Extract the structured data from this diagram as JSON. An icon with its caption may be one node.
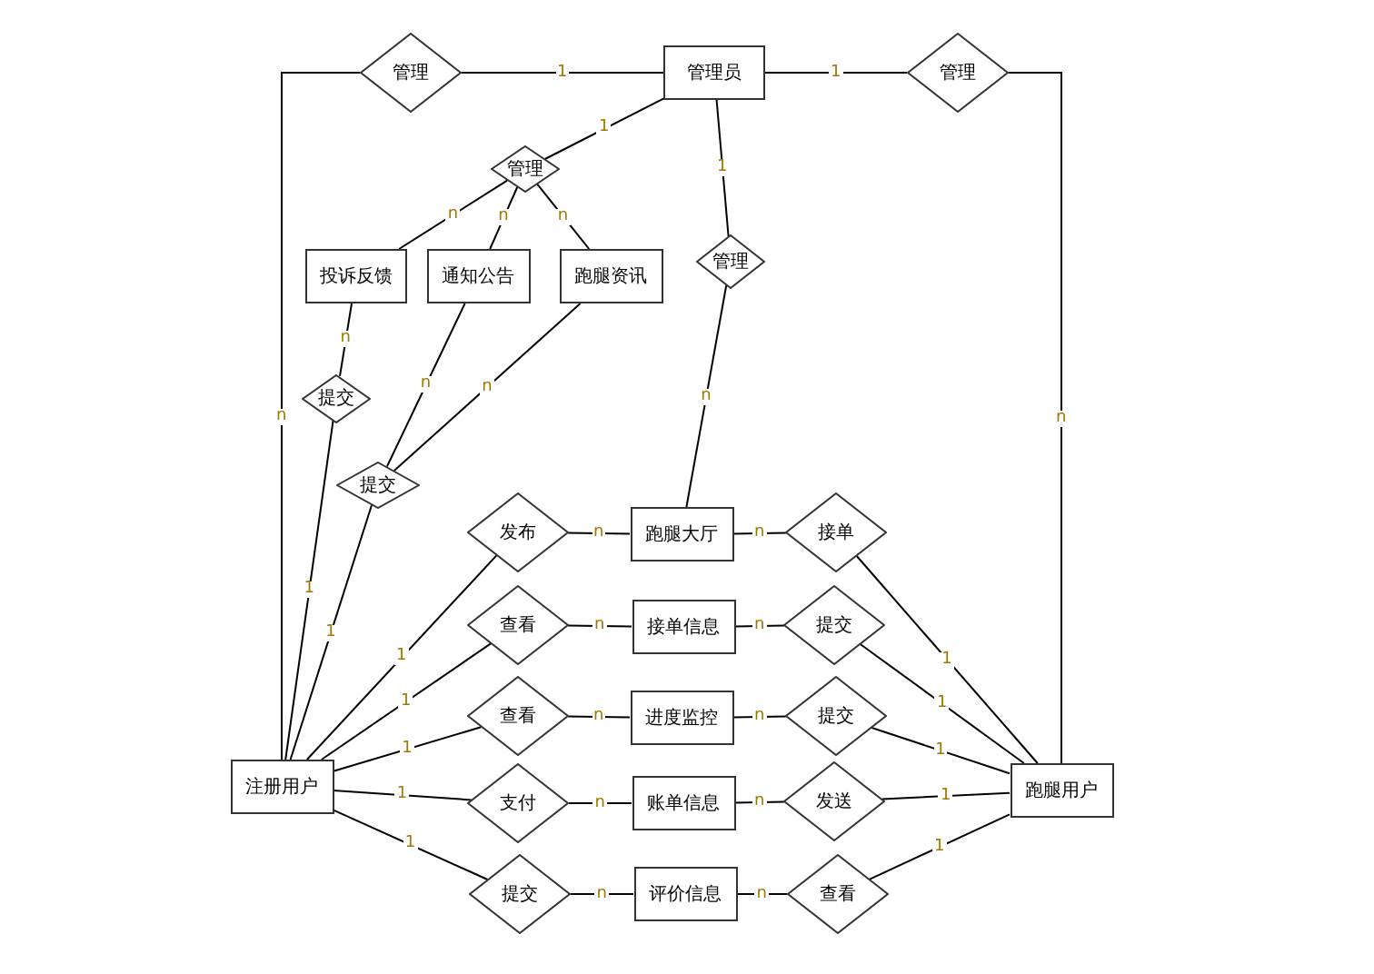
{
  "diagram": {
    "nodes": [
      {
        "text": [
          "管理"
        ]
      },
      {
        "text": [
          "管理员"
        ]
      },
      {
        "text": [
          "管理"
        ]
      },
      {
        "text": [
          "管理"
        ]
      },
      {
        "text": [
          "投诉反馈"
        ]
      },
      {
        "text": [
          "通知公告"
        ]
      },
      {
        "text": [
          "跑腿资讯"
        ]
      },
      {
        "text": [
          "管理"
        ]
      },
      {
        "text": [
          "提交"
        ]
      },
      {
        "text": [
          "提交"
        ]
      },
      {
        "text": [
          "发布"
        ]
      },
      {
        "text": [
          "跑腿大厅"
        ]
      },
      {
        "text": [
          "接单"
        ]
      },
      {
        "text": [
          "查看"
        ]
      },
      {
        "text": [
          "接单信息"
        ]
      },
      {
        "text": [
          "提交"
        ]
      },
      {
        "text": [
          "查看"
        ]
      },
      {
        "text": [
          "进度监控"
        ]
      },
      {
        "text": [
          "提交"
        ]
      },
      {
        "text": [
          "支付"
        ]
      },
      {
        "text": [
          "账单信息"
        ]
      },
      {
        "text": [
          "发送"
        ]
      },
      {
        "text": [
          "提交"
        ]
      },
      {
        "text": [
          "评价信息"
        ]
      },
      {
        "text": [
          "查看"
        ]
      },
      {
        "text": [
          "注册用户"
        ]
      },
      {
        "text": [
          "跑腿用户"
        ]
      }
    ],
    "edges": [
      {
        "from": 1,
        "to": 0,
        "arrow": "none",
        "label": "1"
      },
      {
        "from": 0,
        "to": 25,
        "arrow": "none",
        "label": "n"
      },
      {
        "from": 1,
        "to": 2,
        "arrow": "none",
        "label": "1"
      },
      {
        "from": 2,
        "to": 26,
        "arrow": "none",
        "label": "n"
      },
      {
        "from": 1,
        "to": 3,
        "arrow": "none",
        "label": "1"
      },
      {
        "from": 3,
        "to": 4,
        "arrow": "none",
        "label": "n"
      },
      {
        "from": 3,
        "to": 5,
        "arrow": "none",
        "label": "n"
      },
      {
        "from": 3,
        "to": 6,
        "arrow": "none",
        "label": "n"
      },
      {
        "from": 1,
        "to": 7,
        "arrow": "none",
        "label": "1"
      },
      {
        "from": 7,
        "to": 11,
        "arrow": "none",
        "label": "n"
      },
      {
        "from": 4,
        "to": 8,
        "arrow": "none",
        "label": "n"
      },
      {
        "from": 8,
        "to": 25,
        "arrow": "none",
        "label": "1"
      },
      {
        "from": 5,
        "to": 9,
        "arrow": "none",
        "label": "n"
      },
      {
        "from": 6,
        "to": 9,
        "arrow": "none",
        "label": "n"
      },
      {
        "from": 9,
        "to": 25,
        "arrow": "none",
        "label": "1"
      },
      {
        "from": 25,
        "to": 10,
        "arrow": "none",
        "label": "1"
      },
      {
        "from": 10,
        "to": 11,
        "arrow": "none",
        "label": "n"
      },
      {
        "from": 11,
        "to": 12,
        "arrow": "none",
        "label": "n"
      },
      {
        "from": 12,
        "to": 26,
        "arrow": "none",
        "label": "1"
      },
      {
        "from": 25,
        "to": 13,
        "arrow": "none",
        "label": "1"
      },
      {
        "from": 13,
        "to": 14,
        "arrow": "none",
        "label": "n"
      },
      {
        "from": 14,
        "to": 15,
        "arrow": "none",
        "label": "n"
      },
      {
        "from": 15,
        "to": 26,
        "arrow": "none",
        "label": "1"
      },
      {
        "from": 25,
        "to": 16,
        "arrow": "none",
        "label": "1"
      },
      {
        "from": 16,
        "to": 17,
        "arrow": "none",
        "label": "n"
      },
      {
        "from": 17,
        "to": 18,
        "arrow": "none",
        "label": "n"
      },
      {
        "from": 18,
        "to": 26,
        "arrow": "none",
        "label": "1"
      },
      {
        "from": 25,
        "to": 19,
        "arrow": "none",
        "label": "1"
      },
      {
        "from": 19,
        "to": 20,
        "arrow": "none",
        "label": "n"
      },
      {
        "from": 20,
        "to": 21,
        "arrow": "none",
        "label": "n"
      },
      {
        "from": 21,
        "to": 26,
        "arrow": "none",
        "label": "1"
      },
      {
        "from": 25,
        "to": 22,
        "arrow": "none",
        "label": "1"
      },
      {
        "from": 22,
        "to": 23,
        "arrow": "none",
        "label": "n"
      },
      {
        "from": 23,
        "to": 24,
        "arrow": "none",
        "label": "n"
      },
      {
        "from": 24,
        "to": 26,
        "arrow": "none",
        "label": "1"
      }
    ]
  }
}
